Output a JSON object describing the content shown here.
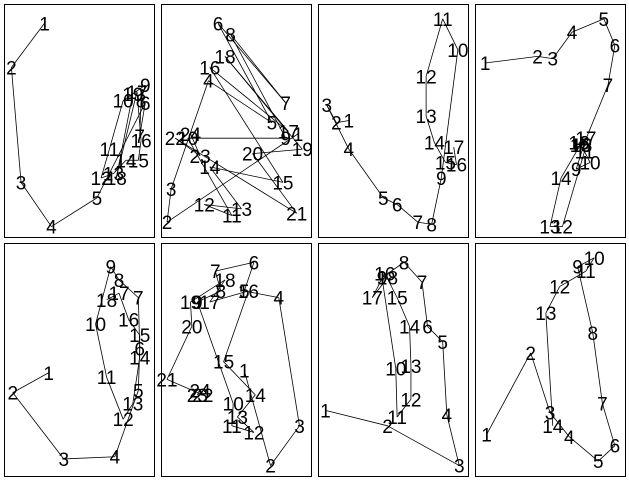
{
  "chart_data": {
    "type": "line",
    "panels": [
      {
        "points": [
          {
            "label": "1",
            "x": 0.25,
            "y": 0.94
          },
          {
            "label": "2",
            "x": 0.01,
            "y": 0.74
          },
          {
            "label": "3",
            "x": 0.08,
            "y": 0.22
          },
          {
            "label": "4",
            "x": 0.3,
            "y": 0.02
          },
          {
            "label": "5",
            "x": 0.63,
            "y": 0.15
          },
          {
            "label": "6",
            "x": 0.98,
            "y": 0.58
          },
          {
            "label": "7",
            "x": 0.94,
            "y": 0.43
          },
          {
            "label": "8",
            "x": 0.95,
            "y": 0.59
          },
          {
            "label": "9",
            "x": 0.98,
            "y": 0.66
          },
          {
            "label": "10",
            "x": 0.82,
            "y": 0.59
          },
          {
            "label": "11",
            "x": 0.72,
            "y": 0.37
          },
          {
            "label": "12",
            "x": 0.66,
            "y": 0.24
          },
          {
            "label": "13",
            "x": 0.75,
            "y": 0.26
          },
          {
            "label": "14",
            "x": 0.84,
            "y": 0.32
          },
          {
            "label": "15",
            "x": 0.93,
            "y": 0.32
          },
          {
            "label": "16",
            "x": 0.95,
            "y": 0.41
          },
          {
            "label": "17",
            "x": 0.92,
            "y": 0.63
          },
          {
            "label": "18",
            "x": 0.77,
            "y": 0.24
          },
          {
            "label": "19",
            "x": 0.89,
            "y": 0.62
          }
        ]
      },
      {
        "points": [
          {
            "label": "1",
            "x": 0.95,
            "y": 0.44
          },
          {
            "label": "2",
            "x": 0.0,
            "y": 0.04
          },
          {
            "label": "3",
            "x": 0.03,
            "y": 0.19
          },
          {
            "label": "4",
            "x": 0.3,
            "y": 0.68
          },
          {
            "label": "5",
            "x": 0.76,
            "y": 0.49
          },
          {
            "label": "6",
            "x": 0.37,
            "y": 0.94
          },
          {
            "label": "7",
            "x": 0.86,
            "y": 0.58
          },
          {
            "label": "8",
            "x": 0.46,
            "y": 0.89
          },
          {
            "label": "9",
            "x": 0.86,
            "y": 0.42
          },
          {
            "label": "10",
            "x": 0.15,
            "y": 0.42
          },
          {
            "label": "11",
            "x": 0.47,
            "y": 0.07
          },
          {
            "label": "12",
            "x": 0.27,
            "y": 0.12
          },
          {
            "label": "13",
            "x": 0.54,
            "y": 0.1
          },
          {
            "label": "14",
            "x": 0.31,
            "y": 0.29
          },
          {
            "label": "15",
            "x": 0.84,
            "y": 0.22
          },
          {
            "label": "16",
            "x": 0.31,
            "y": 0.74
          },
          {
            "label": "17",
            "x": 0.88,
            "y": 0.45
          },
          {
            "label": "18",
            "x": 0.42,
            "y": 0.79
          },
          {
            "label": "19",
            "x": 0.98,
            "y": 0.37
          },
          {
            "label": "20",
            "x": 0.62,
            "y": 0.35
          },
          {
            "label": "21",
            "x": 0.94,
            "y": 0.08
          },
          {
            "label": "22",
            "x": 0.06,
            "y": 0.42
          },
          {
            "label": "23",
            "x": 0.24,
            "y": 0.34
          },
          {
            "label": "24",
            "x": 0.17,
            "y": 0.44
          }
        ]
      },
      {
        "points": [
          {
            "label": "1",
            "x": 0.18,
            "y": 0.5
          },
          {
            "label": "2",
            "x": 0.09,
            "y": 0.49
          },
          {
            "label": "3",
            "x": 0.02,
            "y": 0.57
          },
          {
            "label": "4",
            "x": 0.18,
            "y": 0.37
          },
          {
            "label": "5",
            "x": 0.43,
            "y": 0.15
          },
          {
            "label": "6",
            "x": 0.53,
            "y": 0.12
          },
          {
            "label": "7",
            "x": 0.68,
            "y": 0.04
          },
          {
            "label": "8",
            "x": 0.78,
            "y": 0.03
          },
          {
            "label": "9",
            "x": 0.85,
            "y": 0.24
          },
          {
            "label": "10",
            "x": 0.97,
            "y": 0.82
          },
          {
            "label": "11",
            "x": 0.86,
            "y": 0.96
          },
          {
            "label": "12",
            "x": 0.74,
            "y": 0.7
          },
          {
            "label": "13",
            "x": 0.74,
            "y": 0.52
          },
          {
            "label": "14",
            "x": 0.8,
            "y": 0.4
          },
          {
            "label": "15",
            "x": 0.88,
            "y": 0.31
          },
          {
            "label": "16",
            "x": 0.96,
            "y": 0.3
          },
          {
            "label": "17",
            "x": 0.94,
            "y": 0.38
          }
        ]
      },
      {
        "points": [
          {
            "label": "1",
            "x": 0.03,
            "y": 0.76
          },
          {
            "label": "2",
            "x": 0.41,
            "y": 0.79
          },
          {
            "label": "3",
            "x": 0.52,
            "y": 0.78
          },
          {
            "label": "4",
            "x": 0.66,
            "y": 0.9
          },
          {
            "label": "5",
            "x": 0.89,
            "y": 0.96
          },
          {
            "label": "6",
            "x": 0.97,
            "y": 0.84
          },
          {
            "label": "7",
            "x": 0.92,
            "y": 0.66
          },
          {
            "label": "8",
            "x": 0.75,
            "y": 0.4
          },
          {
            "label": "9",
            "x": 0.69,
            "y": 0.28
          },
          {
            "label": "10",
            "x": 0.79,
            "y": 0.31
          },
          {
            "label": "11",
            "x": 0.75,
            "y": 0.36
          },
          {
            "label": "12",
            "x": 0.59,
            "y": 0.02
          },
          {
            "label": "13",
            "x": 0.5,
            "y": 0.02
          },
          {
            "label": "14",
            "x": 0.58,
            "y": 0.24
          },
          {
            "label": "15",
            "x": 0.72,
            "y": 0.39
          },
          {
            "label": "16",
            "x": 0.71,
            "y": 0.4
          },
          {
            "label": "17",
            "x": 0.76,
            "y": 0.42
          },
          {
            "label": "18",
            "x": 0.73,
            "y": 0.39
          }
        ]
      },
      {
        "points": [
          {
            "label": "1",
            "x": 0.28,
            "y": 0.44
          },
          {
            "label": "2",
            "x": 0.02,
            "y": 0.35
          },
          {
            "label": "3",
            "x": 0.39,
            "y": 0.05
          },
          {
            "label": "4",
            "x": 0.76,
            "y": 0.06
          },
          {
            "label": "5",
            "x": 0.93,
            "y": 0.36
          },
          {
            "label": "6",
            "x": 0.94,
            "y": 0.55
          },
          {
            "label": "7",
            "x": 0.93,
            "y": 0.78
          },
          {
            "label": "8",
            "x": 0.79,
            "y": 0.86
          },
          {
            "label": "9",
            "x": 0.73,
            "y": 0.92
          },
          {
            "label": "10",
            "x": 0.62,
            "y": 0.66
          },
          {
            "label": "11",
            "x": 0.7,
            "y": 0.42
          },
          {
            "label": "12",
            "x": 0.82,
            "y": 0.23
          },
          {
            "label": "13",
            "x": 0.89,
            "y": 0.3
          },
          {
            "label": "14",
            "x": 0.94,
            "y": 0.51
          },
          {
            "label": "15",
            "x": 0.94,
            "y": 0.61
          },
          {
            "label": "16",
            "x": 0.86,
            "y": 0.68
          },
          {
            "label": "17",
            "x": 0.79,
            "y": 0.8
          },
          {
            "label": "18",
            "x": 0.7,
            "y": 0.77
          }
        ]
      },
      {
        "points": [
          {
            "label": "1",
            "x": 0.56,
            "y": 0.45
          },
          {
            "label": "2",
            "x": 0.75,
            "y": 0.02
          },
          {
            "label": "3",
            "x": 0.96,
            "y": 0.2
          },
          {
            "label": "4",
            "x": 0.81,
            "y": 0.78
          },
          {
            "label": "5",
            "x": 0.56,
            "y": 0.81
          },
          {
            "label": "6",
            "x": 0.63,
            "y": 0.94
          },
          {
            "label": "7",
            "x": 0.35,
            "y": 0.9
          },
          {
            "label": "8",
            "x": 0.39,
            "y": 0.81
          },
          {
            "label": "9",
            "x": 0.22,
            "y": 0.76
          },
          {
            "label": "10",
            "x": 0.48,
            "y": 0.3
          },
          {
            "label": "11",
            "x": 0.47,
            "y": 0.2
          },
          {
            "label": "12",
            "x": 0.63,
            "y": 0.17
          },
          {
            "label": "13",
            "x": 0.51,
            "y": 0.24
          },
          {
            "label": "14",
            "x": 0.64,
            "y": 0.34
          },
          {
            "label": "15",
            "x": 0.41,
            "y": 0.49
          },
          {
            "label": "16",
            "x": 0.59,
            "y": 0.81
          },
          {
            "label": "17",
            "x": 0.31,
            "y": 0.76
          },
          {
            "label": "18",
            "x": 0.42,
            "y": 0.86
          },
          {
            "label": "19",
            "x": 0.17,
            "y": 0.76
          },
          {
            "label": "20",
            "x": 0.18,
            "y": 0.65
          },
          {
            "label": "21",
            "x": 0.0,
            "y": 0.41
          },
          {
            "label": "22",
            "x": 0.26,
            "y": 0.34
          },
          {
            "label": "23",
            "x": 0.22,
            "y": 0.34
          },
          {
            "label": "24",
            "x": 0.24,
            "y": 0.36
          }
        ]
      },
      {
        "points": [
          {
            "label": "1",
            "x": 0.01,
            "y": 0.27
          },
          {
            "label": "2",
            "x": 0.46,
            "y": 0.2
          },
          {
            "label": "3",
            "x": 0.98,
            "y": 0.02
          },
          {
            "label": "4",
            "x": 0.89,
            "y": 0.25
          },
          {
            "label": "5",
            "x": 0.86,
            "y": 0.58
          },
          {
            "label": "6",
            "x": 0.75,
            "y": 0.65
          },
          {
            "label": "7",
            "x": 0.71,
            "y": 0.85
          },
          {
            "label": "8",
            "x": 0.58,
            "y": 0.94
          },
          {
            "label": "9",
            "x": 0.42,
            "y": 0.87
          },
          {
            "label": "10",
            "x": 0.52,
            "y": 0.46
          },
          {
            "label": "11",
            "x": 0.53,
            "y": 0.24
          },
          {
            "label": "12",
            "x": 0.63,
            "y": 0.32
          },
          {
            "label": "13",
            "x": 0.63,
            "y": 0.47
          },
          {
            "label": "14",
            "x": 0.62,
            "y": 0.65
          },
          {
            "label": "15",
            "x": 0.53,
            "y": 0.78
          },
          {
            "label": "16",
            "x": 0.44,
            "y": 0.89
          },
          {
            "label": "17",
            "x": 0.35,
            "y": 0.78
          },
          {
            "label": "18",
            "x": 0.46,
            "y": 0.87
          }
        ]
      },
      {
        "points": [
          {
            "label": "1",
            "x": 0.04,
            "y": 0.16
          },
          {
            "label": "2",
            "x": 0.36,
            "y": 0.53
          },
          {
            "label": "3",
            "x": 0.5,
            "y": 0.26
          },
          {
            "label": "4",
            "x": 0.64,
            "y": 0.15
          },
          {
            "label": "5",
            "x": 0.85,
            "y": 0.04
          },
          {
            "label": "6",
            "x": 0.97,
            "y": 0.11
          },
          {
            "label": "7",
            "x": 0.88,
            "y": 0.3
          },
          {
            "label": "8",
            "x": 0.81,
            "y": 0.62
          },
          {
            "label": "9",
            "x": 0.7,
            "y": 0.92
          },
          {
            "label": "10",
            "x": 0.82,
            "y": 0.96
          },
          {
            "label": "11",
            "x": 0.76,
            "y": 0.9
          },
          {
            "label": "12",
            "x": 0.57,
            "y": 0.83
          },
          {
            "label": "13",
            "x": 0.47,
            "y": 0.71
          },
          {
            "label": "14",
            "x": 0.52,
            "y": 0.2
          }
        ]
      }
    ]
  }
}
